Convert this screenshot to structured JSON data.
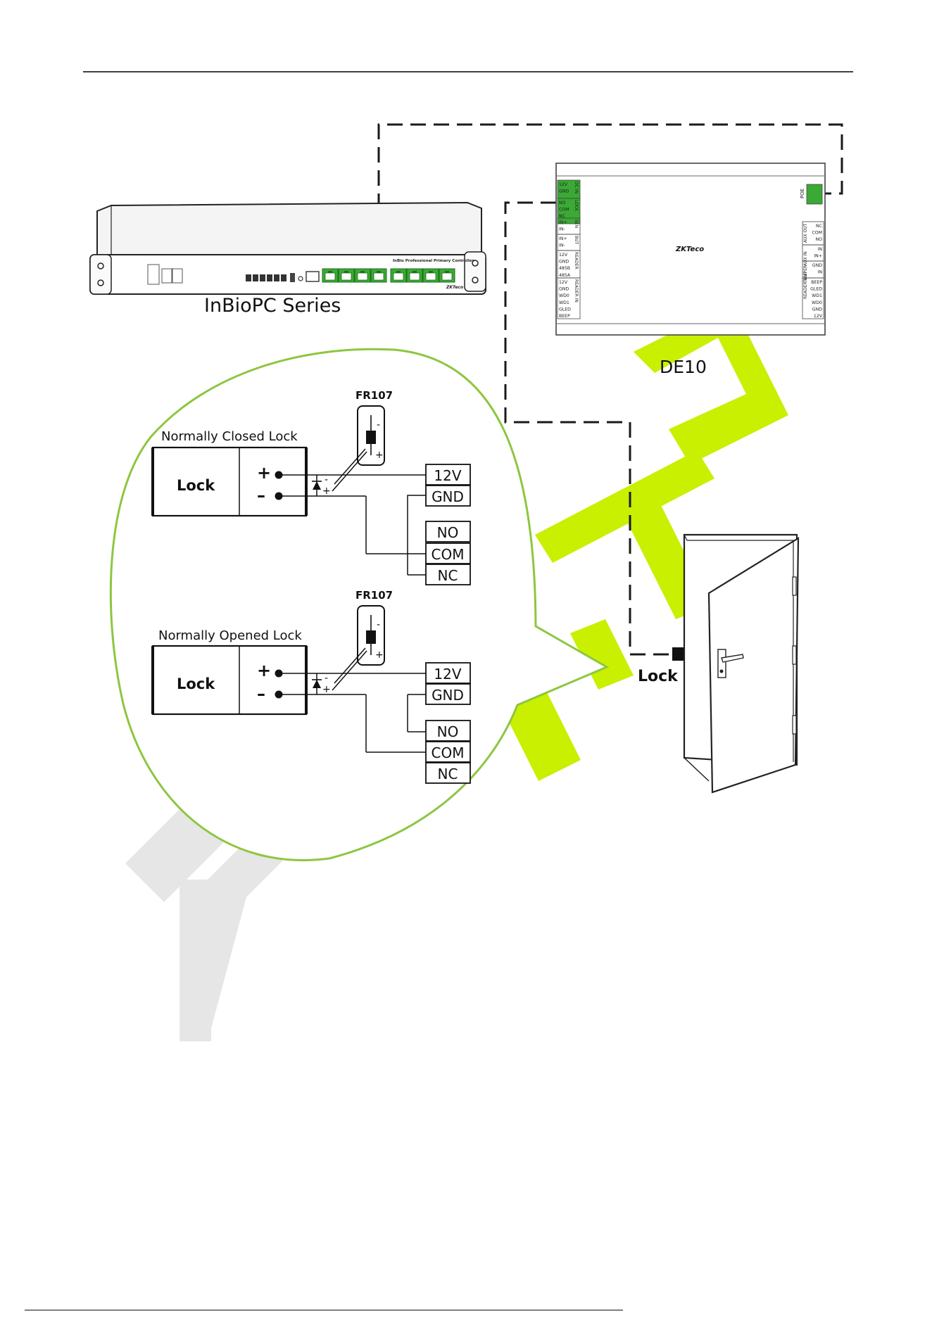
{
  "labels": {
    "controller_series": "InBioPC Series",
    "controller_panel": "InBio Professional Primary Controller",
    "controller_brand": "ZKTeco",
    "de10": "DE10",
    "de10_brand": "ZKTeco",
    "de10_poe": "POE",
    "door_lock": "Lock"
  },
  "de10_left": {
    "groups": [
      {
        "lines": [
          "12V",
          "GND"
        ],
        "label": "DC IN"
      },
      {
        "lines": [
          "NO",
          "COM",
          "NC"
        ],
        "label": "LOCK"
      },
      {
        "lines": [
          "IN+",
          "IN-"
        ],
        "label": "SEN"
      },
      {
        "lines": [
          "IN+",
          "IN-"
        ],
        "label": "BUT"
      },
      {
        "lines": [
          "12V",
          "GND",
          "485B",
          "485A"
        ],
        "label": "READER"
      },
      {
        "lines": [
          "12V",
          "GND",
          "WD0",
          "WD1",
          "GLED",
          "BEEP"
        ],
        "label": "READER IN"
      }
    ]
  },
  "de10_right": {
    "groups": [
      {
        "lines": [
          "NC",
          "COM",
          "NO"
        ],
        "label": "AUX OUT"
      },
      {
        "lines": [
          "IN",
          "IN+"
        ],
        "label": "AUX IN"
      },
      {
        "lines": [
          "GND",
          "IN"
        ],
        "label": "TAMPER"
      },
      {
        "lines": [
          "BEEP",
          "GLED",
          "WD1",
          "WD0",
          "GND",
          "12V"
        ],
        "label": "READER OUT"
      }
    ]
  },
  "closed": {
    "title": "Normally Closed Lock",
    "diode": "FR107",
    "lock": "Lock",
    "plus": "+",
    "minus": "–",
    "diode_minus": "-",
    "diode_plus": "+",
    "terminals": [
      "12V",
      "GND",
      "NO",
      "COM",
      "NC"
    ]
  },
  "opened": {
    "title": "Normally Opened Lock",
    "diode": "FR107",
    "lock": "Lock",
    "plus": "+",
    "minus": "–",
    "diode_minus": "-",
    "diode_plus": "+",
    "terminals": [
      "12V",
      "GND",
      "NO",
      "COM",
      "NC"
    ]
  },
  "colors": {
    "green": "#3aa935",
    "bubble_border": "#8dc63f",
    "watermark_green": "#c8f000",
    "watermark_gray": "#e6e6e6"
  }
}
